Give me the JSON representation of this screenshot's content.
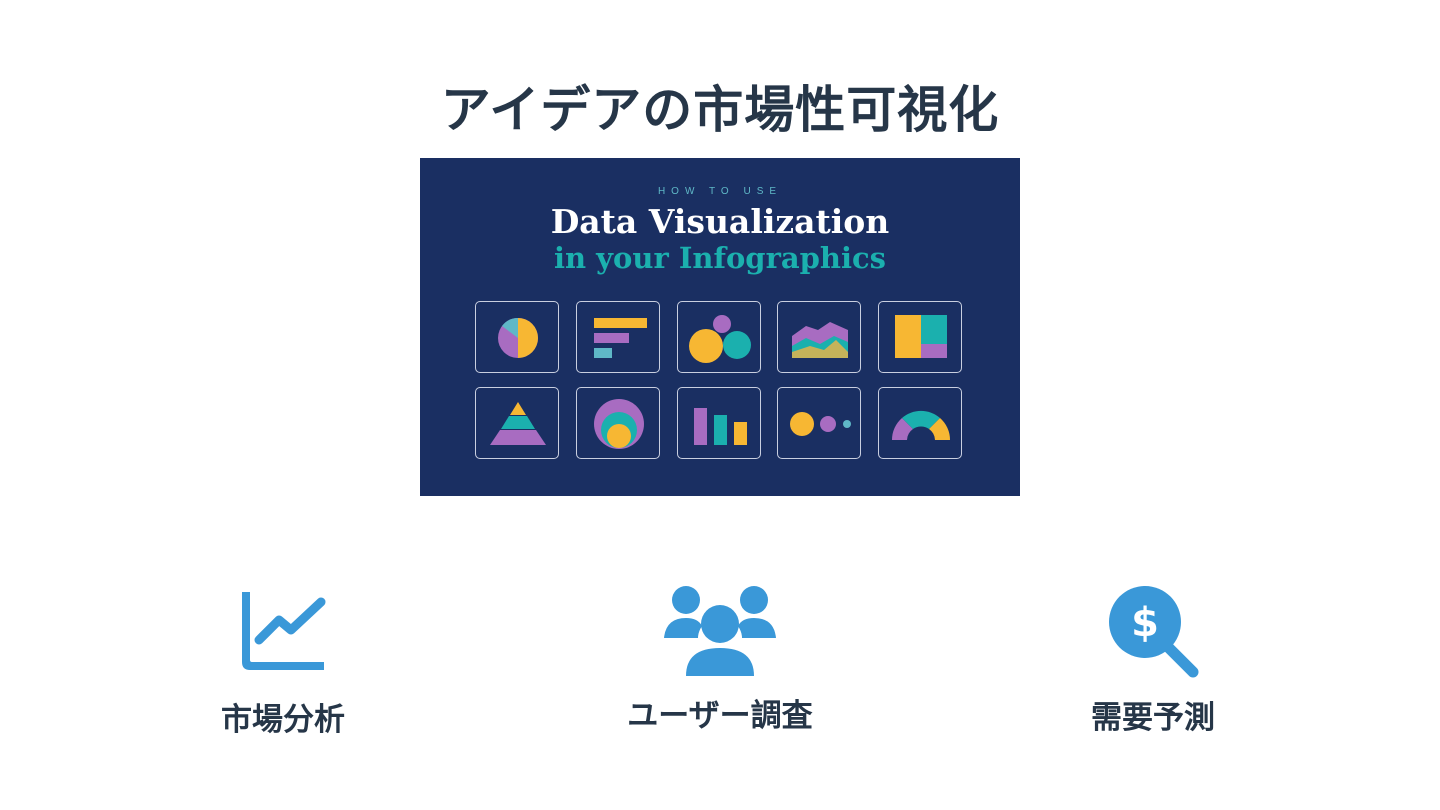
{
  "slide": {
    "title": "アイデアの市場性可視化"
  },
  "banner": {
    "kicker": "HOW TO USE",
    "heading": "Data Visualization",
    "subheading": "in your Infographics",
    "colors": {
      "background": "#1a2f62",
      "teal": "#1bb0ae",
      "yellow": "#f7b733",
      "purple": "#a86cc1",
      "light_blue": "#5fb8c7"
    }
  },
  "features": [
    {
      "label": "市場分析",
      "icon": "line-chart-icon"
    },
    {
      "label": "ユーザー調査",
      "icon": "users-icon"
    },
    {
      "label": "需要予測",
      "icon": "dollar-search-icon"
    }
  ],
  "colors": {
    "title": "#263648",
    "icon": "#3a98d8"
  }
}
